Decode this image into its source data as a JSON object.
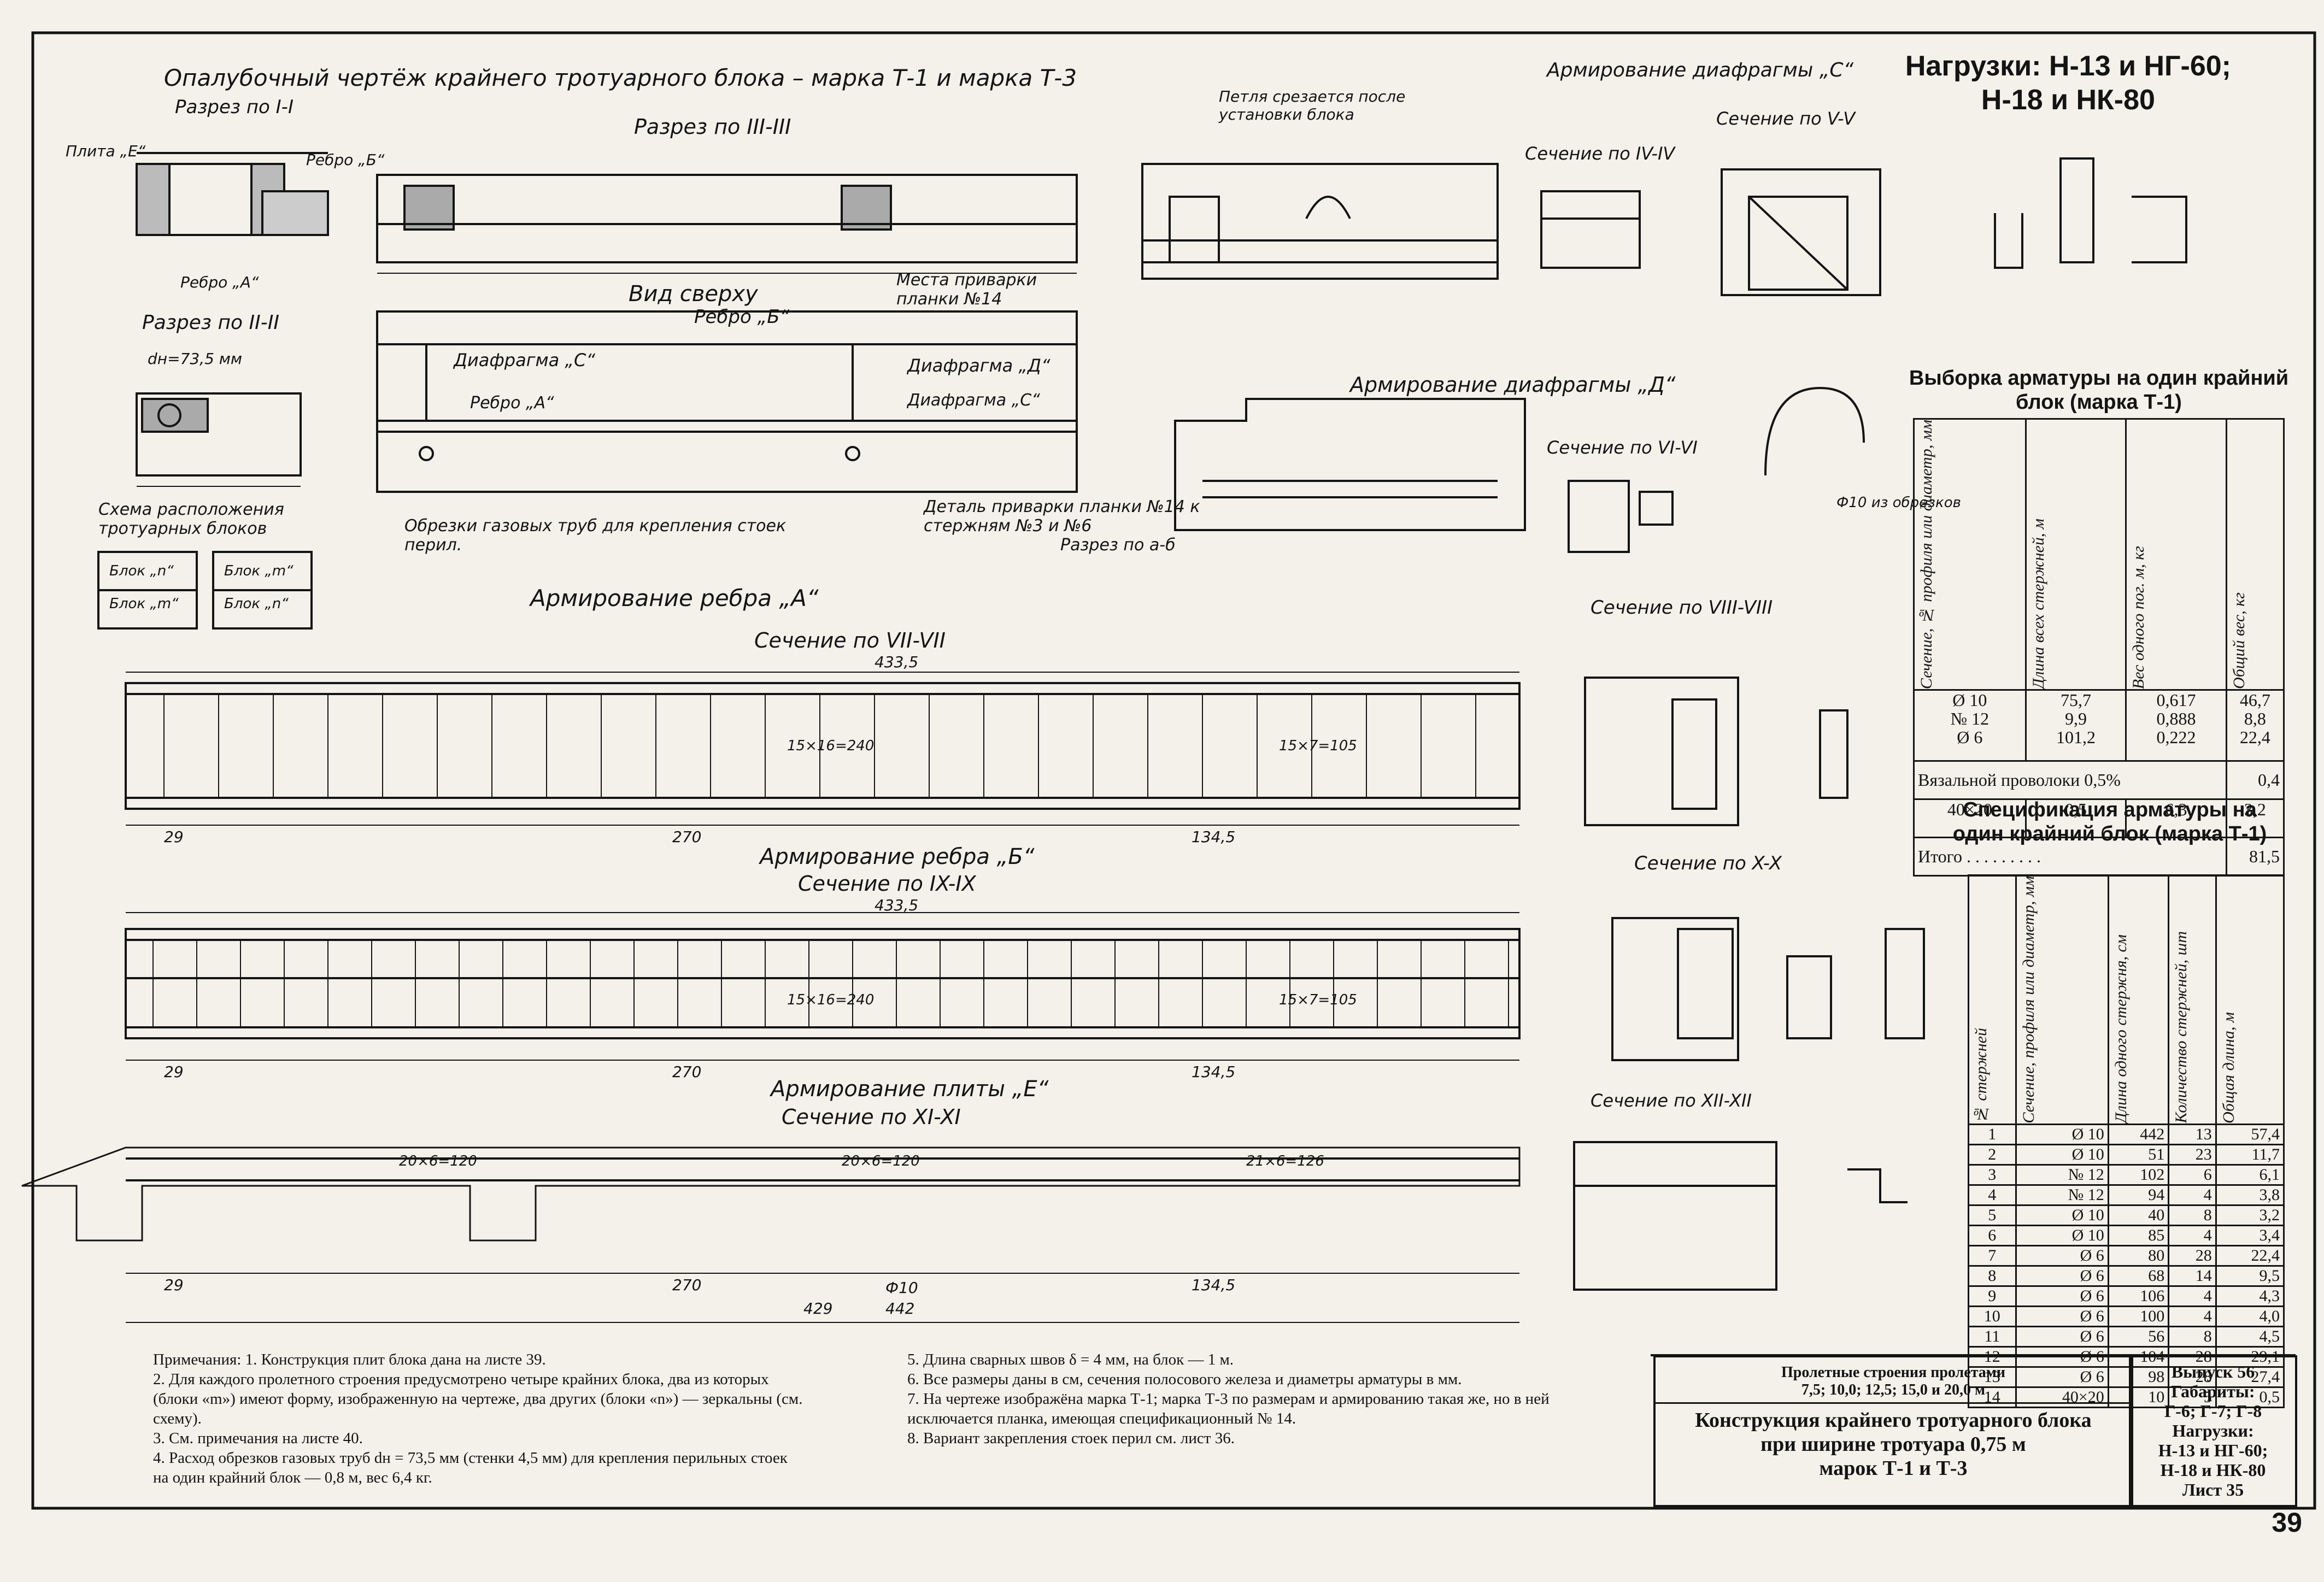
{
  "header": {
    "loads_line1": "Нагрузки: Н-13 и НГ-60;",
    "loads_line2": "Н-18 и НК-80"
  },
  "views": {
    "main_title": "Опалубочный чертёж крайнего тротуарного блока – марка Т-1 и марка Т-3",
    "section_i": "Разрез по I-I",
    "section_iii": "Разрез по III-III",
    "section_ii": "Разрез по II-II",
    "top_view": "Вид сверху",
    "diaphragm_c_rebar": "Армирование диафрагмы „С“",
    "section_iv": "Сечение по IV-IV",
    "section_v": "Сечение по V-V",
    "diaphragm_d_rebar": "Армирование диафрагмы „Д“",
    "section_vi": "Сечение по VI-VI",
    "section_viii": "Сечение по VIII-VIII",
    "section_x": "Сечение по X-X",
    "section_xii": "Сечение по XII-XII",
    "scheme": "Схема расположения тротуарных блоков",
    "rib_a_rebar": "Армирование ребра „А“",
    "section_vii": "Сечение по VII-VII",
    "rib_b_rebar": "Армирование ребра „Б“",
    "section_ix": "Сечение по IX-IX",
    "slab_e_rebar": "Армирование плиты „Е“",
    "section_xi": "Сечение по XI-XI",
    "detail_plank": "Деталь приварки планки №14 к стержням №3 и №6",
    "section_a5": "Разрез по а-б",
    "loop_note": "Петля срезается после установки блока",
    "weld_places": "Места приварки планки №14",
    "pipe_note": "Обрезки газовых труб для крепления стоек перил.",
    "from_scrap": "Ф10 из обрезков"
  },
  "labels": {
    "slab_e": "Плита „Е“",
    "rib_b": "Ребро „Б“",
    "rib_a": "Ребро „А“",
    "diaph_c": "Диафрагма „С“",
    "diaph_d": "Диафрагма „Д“",
    "dn": "dн=73,5 мм",
    "block_m": "Блок „m“",
    "block_n": "Блок „n“",
    "dim_433": "433,5",
    "dim_270": "270",
    "dim_134": "134,5",
    "dim_29": "29",
    "spacing_a1": "15×16=240",
    "spacing_a2": "15×7=105",
    "spacing_e1": "20×6=120",
    "spacing_e2": "21×6=126",
    "bar_1": "Ф10",
    "bar_1_len": "442",
    "bar_1_len2": "429"
  },
  "table1": {
    "title": "Выборка арматуры на один крайний блок (марка Т-1)",
    "headers": [
      "Сечение, № профиля или диаметр, мм",
      "Длина всех стержней, м",
      "Вес одного пог. м, кг",
      "Общий вес, кг"
    ],
    "rows": [
      [
        "Ø 10\n№ 12\nØ 6",
        "75,7\n9,9\n101,2",
        "0,617\n0,888\n0,222",
        "46,7\n8,8\n22,4"
      ]
    ],
    "wire_label": "Вязальной проволоки 0,5%",
    "wire_value": "0,4",
    "plate_row": [
      "40×20",
      "0,5",
      "6,3",
      "3,2"
    ],
    "total_label": "Итого . . . . . . . . .",
    "total_value": "81,5"
  },
  "table2": {
    "title": "Спецификация арматуры на один крайний блок (марка Т-1)",
    "headers": [
      "№ стержней",
      "Сечение, профиля или диаметр, мм",
      "Длина одного стержня, см",
      "Количество стержней, шт",
      "Общая длина, м"
    ],
    "rows": [
      [
        "1",
        "Ø 10",
        "442",
        "13",
        "57,4"
      ],
      [
        "2",
        "Ø 10",
        "51",
        "23",
        "11,7"
      ],
      [
        "3",
        "№ 12",
        "102",
        "6",
        "6,1"
      ],
      [
        "4",
        "№ 12",
        "94",
        "4",
        "3,8"
      ],
      [
        "5",
        "Ø 10",
        "40",
        "8",
        "3,2"
      ],
      [
        "6",
        "Ø 10",
        "85",
        "4",
        "3,4"
      ],
      [
        "7",
        "Ø 6",
        "80",
        "28",
        "22,4"
      ],
      [
        "8",
        "Ø 6",
        "68",
        "14",
        "9,5"
      ],
      [
        "9",
        "Ø 6",
        "106",
        "4",
        "4,3"
      ],
      [
        "10",
        "Ø 6",
        "100",
        "4",
        "4,0"
      ],
      [
        "11",
        "Ø 6",
        "56",
        "8",
        "4,5"
      ],
      [
        "12",
        "Ø 6",
        "104",
        "28",
        "29,1"
      ],
      [
        "13",
        "Ø 6",
        "98",
        "28",
        "27,4"
      ],
      [
        "14",
        "40×20",
        "10",
        "5",
        "0,5"
      ]
    ]
  },
  "notes": {
    "col1": [
      "Примечания: 1. Конструкция плит блока дана на листе 39.",
      "2. Для каждого пролетного строения предусмотрено четыре крайних блока, два из которых (блоки «m») имеют форму, изображенную на чертеже, два других (блоки «n») — зеркальны (см. схему).",
      "3. См. примечания на листе 40.",
      "4. Расход обрезков газовых труб dн = 73,5 мм (стенки 4,5 мм) для крепления перильных стоек на один крайний блок — 0,8 м, вес 6,4 кг."
    ],
    "col2": [
      "5. Длина сварных швов δ = 4 мм, на блок — 1 м.",
      "6. Все размеры даны в см, сечения полосового железа и диаметры арматуры в мм.",
      "7. На чертеже изображёна марка Т-1; марка Т-3 по размерам и армированию такая же, но в ней исключается планка, имеющая спецификационный № 14.",
      "8. Вариант закрепления стоек перил см. лист 36."
    ]
  },
  "titleblock": {
    "spans_line1": "Пролетные строения пролетами",
    "spans_line2": "7,5; 10,0; 12,5; 15,0 и 20,0 м",
    "main_line1": "Конструкция крайнего тротуарного блока",
    "main_line2": "при ширине тротуара 0,75 м",
    "main_line3": "марок Т-1 и Т-3",
    "issue": "Выпуск 56",
    "gabarity": "Габариты:",
    "gabarity_vals": "Г-6; Г-7; Г-8",
    "loads": "Нагрузки:",
    "loads_1": "Н-13 и НГ-60;",
    "loads_2": "Н-18 и НК-80",
    "sheet": "Лист 35"
  },
  "page_number": "39"
}
